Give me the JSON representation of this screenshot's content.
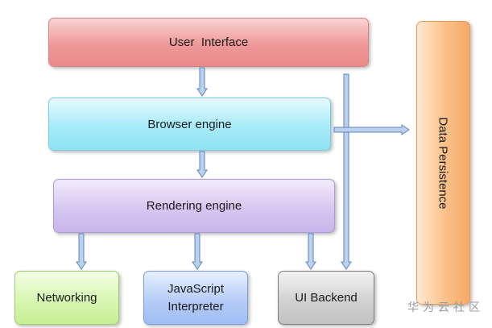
{
  "diagram": {
    "boxes": {
      "user_interface": "User  Interface",
      "browser_engine": "Browser engine",
      "rendering_engine": "Rendering engine",
      "networking": "Networking",
      "javascript_interpreter_line1": "JavaScript",
      "javascript_interpreter_line2": "Interpreter",
      "ui_backend": "UI Backend",
      "data_persistence": "Data Persistence"
    },
    "watermark": "华为云社区"
  },
  "colors": {
    "arrow_fill": "#bcd1ee",
    "arrow_stroke": "#5c84bf"
  }
}
